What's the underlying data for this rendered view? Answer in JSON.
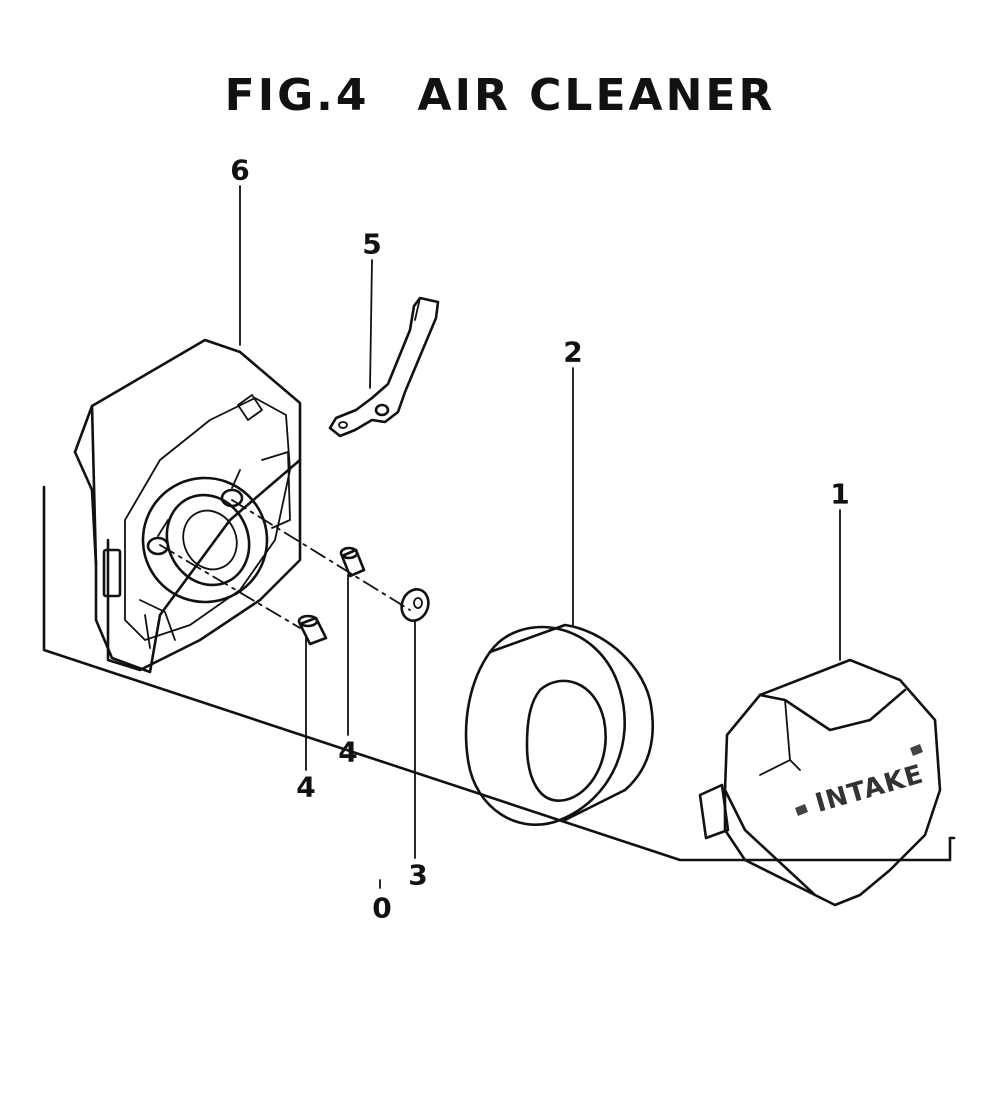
{
  "title": {
    "fig": "FIG.4",
    "name": "AIR CLEANER"
  },
  "callouts": {
    "p0": "0",
    "p1": "1",
    "p2": "2",
    "p3": "3",
    "p4a": "4",
    "p4b": "4",
    "p5": "5",
    "p6": "6"
  },
  "cover_label": "INTAKE"
}
